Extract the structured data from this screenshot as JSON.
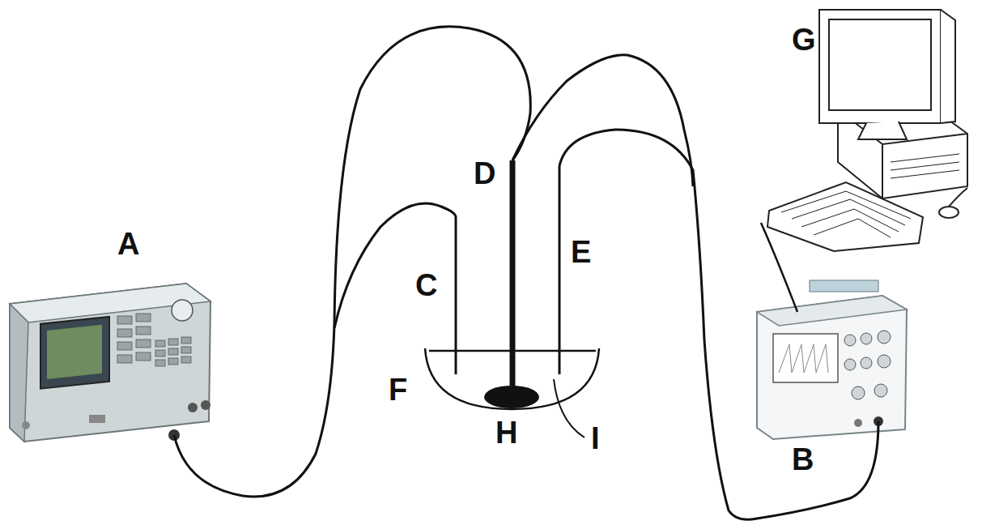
{
  "diagram": {
    "labels": [
      "A",
      "B",
      "C",
      "D",
      "E",
      "F",
      "G",
      "H",
      "I"
    ]
  }
}
